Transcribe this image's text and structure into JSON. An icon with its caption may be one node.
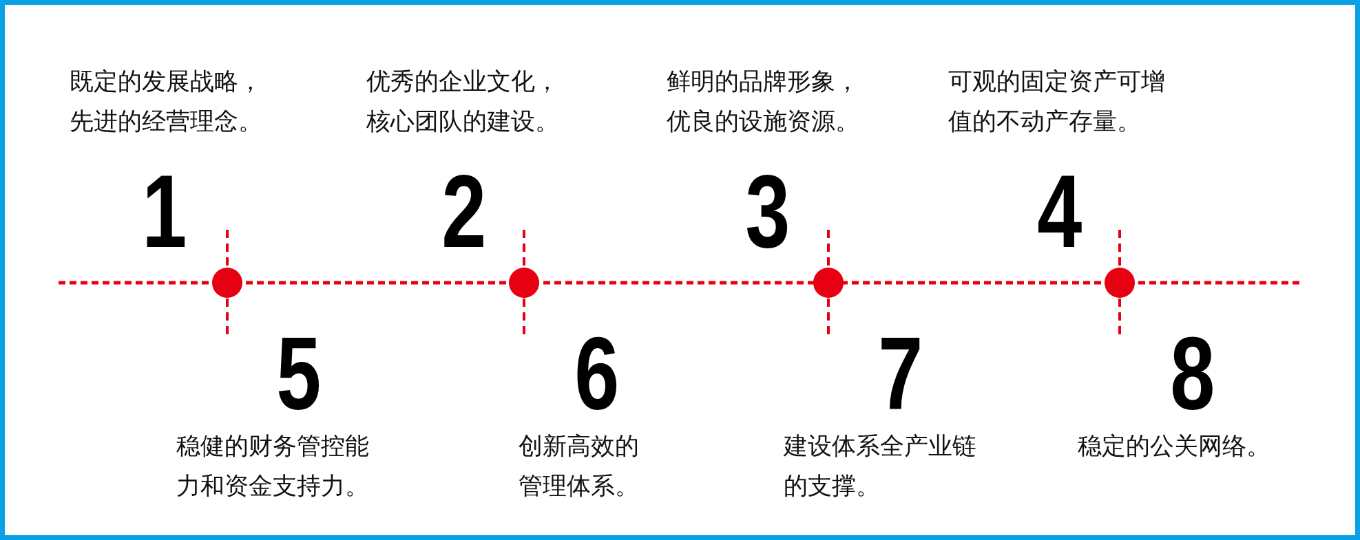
{
  "diagram": {
    "labels": [
      "既定的发展战略，先进的经营理念。",
      "优秀的企业文化，核心团队的建设。",
      "鲜明的品牌形象，优良的设施资源。",
      "可观的固定资产可增值的不动产存量。",
      "1",
      "2",
      "3",
      "4",
      "5",
      "6",
      "7",
      "8",
      "稳健的财务管控能力和资金支持力。",
      "创新高效的管理体系。",
      "建设体系全产业链的支撑。",
      "稳定的公关网络。"
    ]
  }
}
